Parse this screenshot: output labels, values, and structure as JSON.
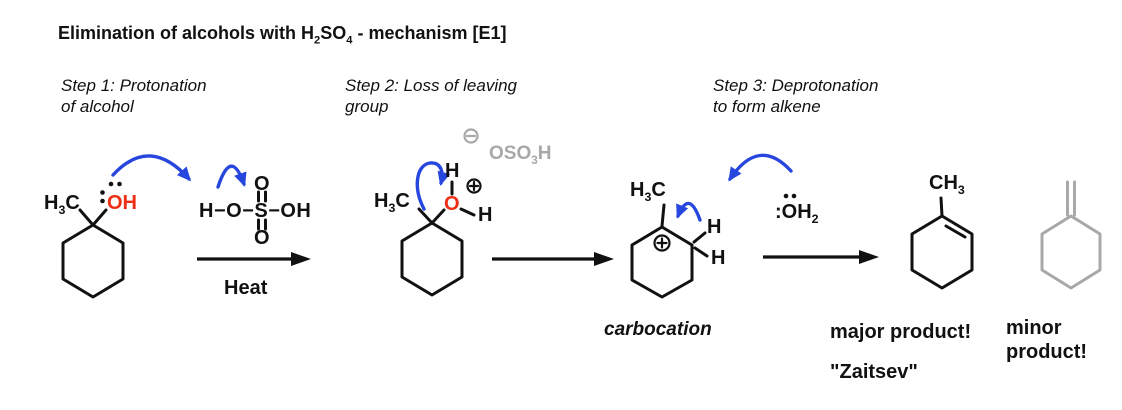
{
  "colors": {
    "bond_black": "#111111",
    "accent_blue": "#2746dd",
    "highlight_red": "#ee2e15",
    "muted_gray": "#a8a8a8",
    "background": "#ffffff"
  },
  "title": {
    "p1": "Elimination of alcohols with H",
    "s1": "2",
    "p2": "SO",
    "s2": "4",
    "p3": " - mechanism [E1]"
  },
  "steps": [
    {
      "line1": "Step 1: Protonation",
      "line2": "of alcohol"
    },
    {
      "line1": "Step 2: Loss of leaving",
      "line2": "group"
    },
    {
      "line1": "Step 3: Deprotonation",
      "line2": "to form alkene"
    }
  ],
  "step1": {
    "alcohol": {
      "methyl_p": "H",
      "methyl_s": "3",
      "methyl_c": "C",
      "hydroxyl": "OH"
    },
    "acid": {
      "chain": "H−O−S−OH",
      "o_top": "O",
      "o_bottom": "O"
    },
    "conditions": "Heat"
  },
  "step2": {
    "cation": {
      "methyl_p": "H",
      "methyl_s": "3",
      "methyl_c": "C",
      "oxygen": "O",
      "h_top": "H",
      "h_right": "H"
    },
    "counterion": {
      "p1": "OSO",
      "s1": "3",
      "p2": "H"
    }
  },
  "step3": {
    "carbocation": {
      "methyl_p": "H",
      "methyl_s": "3",
      "methyl_c": "C",
      "h_top": "H",
      "h_bottom": "H",
      "caption": "carbocation"
    },
    "water": {
      "p1": ":OH",
      "s1": "2"
    }
  },
  "products": {
    "major": {
      "methyl_p": "CH",
      "methyl_s": "3",
      "caption": "major product!",
      "subcaption": "\"Zaitsev\""
    },
    "minor": {
      "caption_line1": "minor",
      "caption_line2": "product!"
    }
  }
}
